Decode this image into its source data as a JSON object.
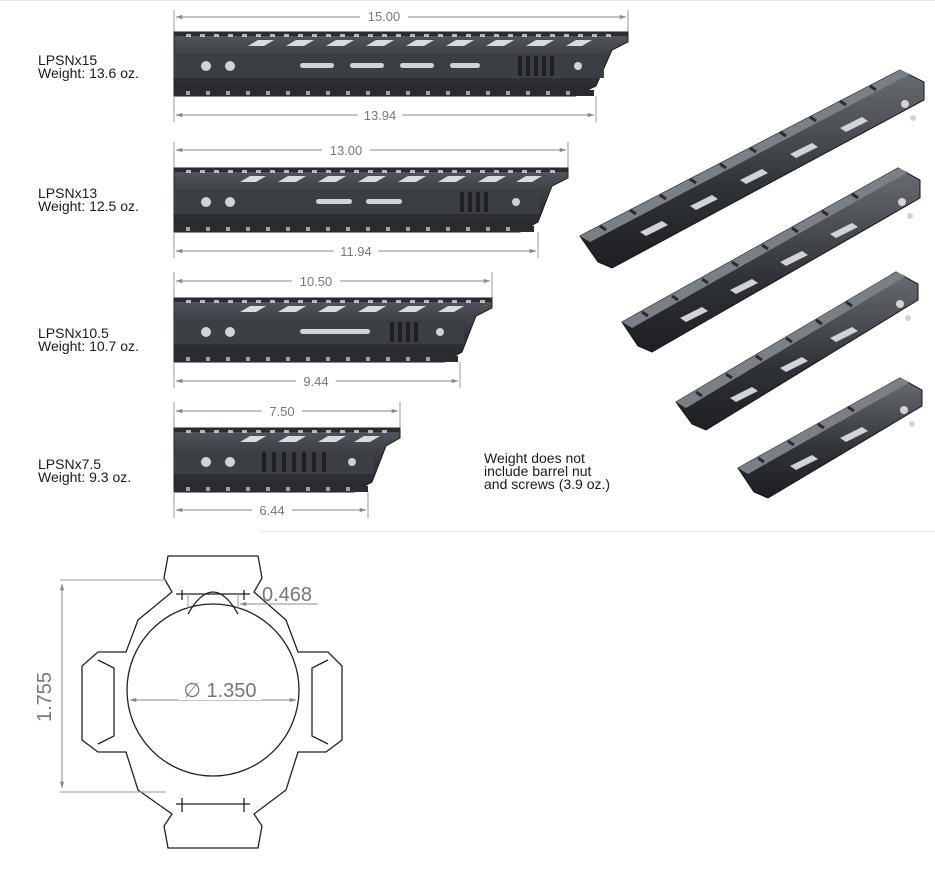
{
  "models": [
    {
      "name": "LPSNx15",
      "weight": "Weight: 13.6 oz.",
      "overall": "15.00",
      "rail": "13.94"
    },
    {
      "name": "LPSNx13",
      "weight": "Weight: 12.5 oz.",
      "overall": "13.00",
      "rail": "11.94"
    },
    {
      "name": "LPSNx10.5",
      "weight": "Weight: 10.7 oz.",
      "overall": "10.50",
      "rail": "9.44"
    },
    {
      "name": "LPSNx7.5",
      "weight": "Weight: 9.3 oz.",
      "overall": "7.50",
      "rail": "6.44"
    }
  ],
  "note": [
    "Weight does not",
    "include barrel nut",
    "and screws (3.9 oz.)"
  ],
  "cross_section": {
    "height": "1.755",
    "slot_width": "0.468",
    "bore_diameter": "∅ 1.350"
  },
  "colors": {
    "body": "#3c3f44",
    "rail": "#2d3035",
    "highlight": "#cfd3d8",
    "dim_line": "#8a8a8a"
  }
}
